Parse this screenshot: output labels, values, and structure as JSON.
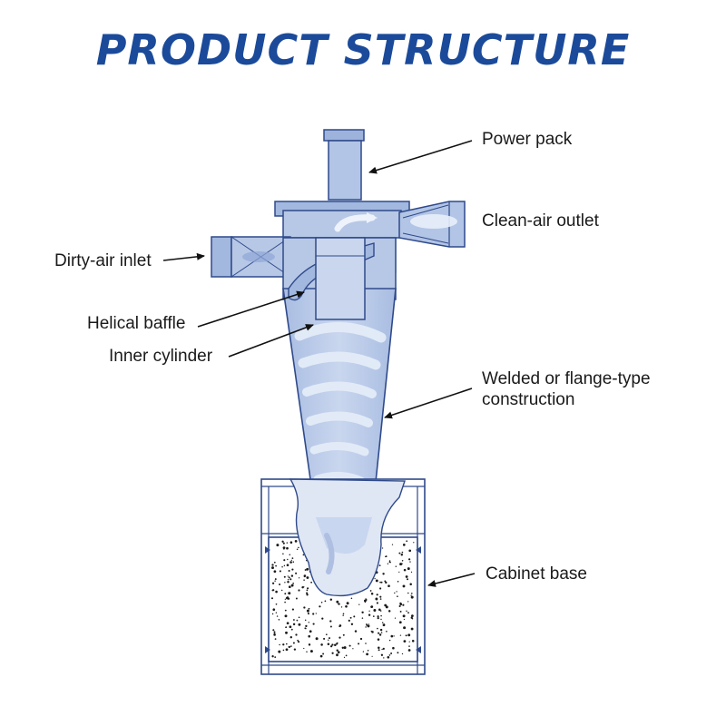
{
  "title": "PRODUCT  STRUCTURE",
  "colors": {
    "title": "#1a4a99",
    "outline": "#2f4a8a",
    "fill": "#b7c8e6",
    "fill_dark": "#8fa8d6",
    "swirl": "#dfe8f6",
    "dust": "#1a1a1a"
  },
  "labels": {
    "power_pack": "Power pack",
    "clean_air_outlet": "Clean-air outlet",
    "dirty_air_inlet": "Dirty-air inlet",
    "helical_baffle": "Helical baffle",
    "inner_cylinder": "Inner cylinder",
    "welded_line1": "Welded or flange-type",
    "welded_line2": "construction",
    "cabinet_base": "Cabinet base"
  }
}
